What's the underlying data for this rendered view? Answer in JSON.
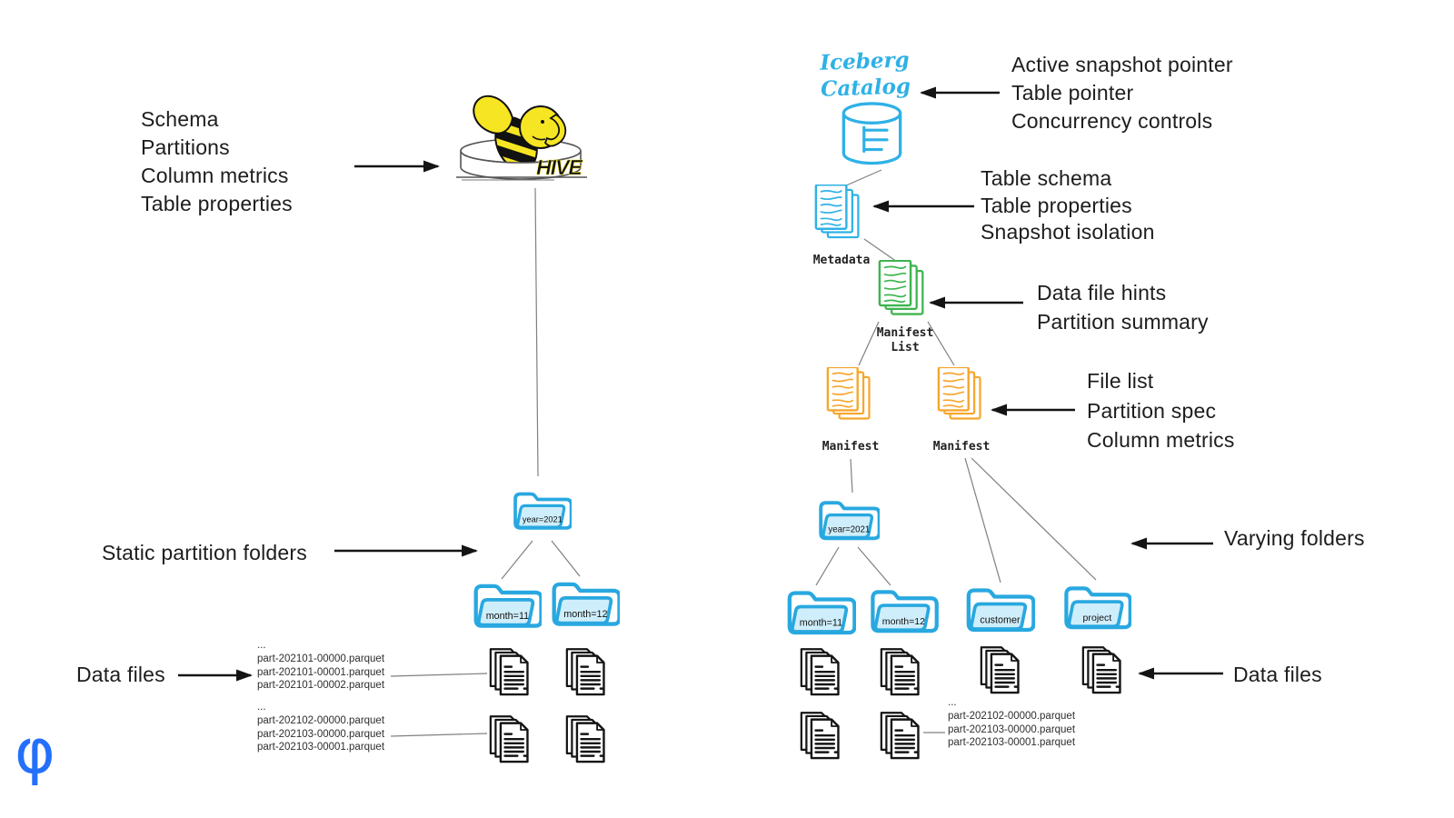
{
  "left": {
    "annotations": {
      "hive": [
        "Schema",
        "Partitions",
        "Column metrics",
        "Table properties"
      ],
      "static_partitions": "Static partition folders",
      "data_files": "Data files"
    },
    "hive_logo_text": "HIVE",
    "folders": {
      "year": "year=2021",
      "month1": "month=11",
      "month2": "month=12"
    },
    "file_list_1": [
      "...",
      "part-202101-00000.parquet",
      "part-202101-00001.parquet",
      "part-202101-00002.parquet"
    ],
    "file_list_2": [
      "...",
      "part-202102-00000.parquet",
      "part-202103-00000.parquet",
      "part-202103-00001.parquet"
    ]
  },
  "right": {
    "catalog_title_line1": "Iceberg",
    "catalog_title_line2": "Catalog",
    "annotations": {
      "catalog": [
        "Active snapshot pointer",
        "Table pointer",
        "Concurrency controls"
      ],
      "metadata": [
        "Table schema",
        "Table properties",
        "Snapshot isolation"
      ],
      "manifest_list": [
        "Data file hints",
        "Partition summary"
      ],
      "manifest": [
        "File list",
        "Partition spec",
        "Column metrics"
      ],
      "varying_folders": "Varying folders",
      "data_files": "Data files"
    },
    "labels": {
      "metadata": "Metadata",
      "manifest_list_line1": "Manifest",
      "manifest_list_line2": "List",
      "manifest1": "Manifest",
      "manifest2": "Manifest"
    },
    "folders": {
      "year": "year=2021",
      "month1": "month=11",
      "month2": "month=12",
      "customer": "customer",
      "project": "project"
    },
    "file_list": [
      "...",
      "part-202102-00000.parquet",
      "part-202103-00000.parquet",
      "part-202103-00001.parquet"
    ]
  },
  "branding": {
    "phi_symbol": "φ"
  },
  "colors": {
    "sketch_blue": "#2fb1e6",
    "folder_blue": "#29a8e0",
    "folder_fill": "#cfeefb",
    "green": "#3db54e",
    "orange": "#f7a52b",
    "ink": "#141414",
    "line_gray": "#808080",
    "phi_blue": "#2470fb",
    "hive_yellow": "#f6e522"
  }
}
